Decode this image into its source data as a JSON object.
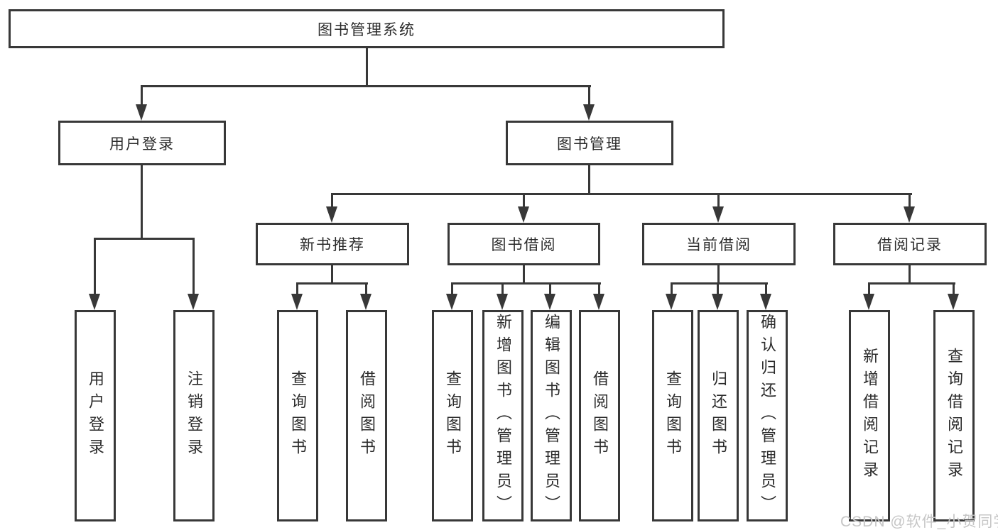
{
  "diagram": {
    "root_label": "图书管理系统",
    "nodes": {
      "user_login": "用户登录",
      "book_management": "图书管理",
      "new_book_recommend": "新书推荐",
      "book_borrow": "图书借阅",
      "current_borrow": "当前借阅",
      "borrow_records": "借阅记录"
    },
    "leaves": {
      "user_login": [
        "用户登录",
        "注销登录"
      ],
      "new_book_recommend": [
        "查询图书",
        "借阅图书"
      ],
      "book_borrow": [
        "查询图书",
        "新增图书（管理员）",
        "编辑图书（管理员）",
        "借阅图书"
      ],
      "current_borrow": [
        "查询图书",
        "归还图书",
        "确认归还（管理员）"
      ],
      "borrow_records": [
        "新增借阅记录",
        "查询借阅记录"
      ]
    },
    "colors": {
      "line": "#383838",
      "text": "#2b2b2b",
      "background": "#ffffff",
      "watermark": "#c6c6c6"
    }
  },
  "watermark": {
    "text": "CSDN @软件_小贺同学"
  }
}
